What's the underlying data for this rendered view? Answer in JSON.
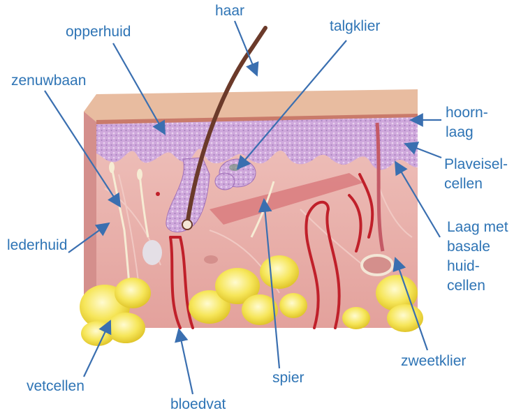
{
  "labels": {
    "haar": "haar",
    "opperhuid": "opperhuid",
    "talgklier": "talgklier",
    "zenuwbaan": "zenuwbaan",
    "hoornlaag_1": "hoorn-",
    "hoornlaag_2": "laag",
    "plaveisel_1": "Plaveisel-",
    "plaveisel_2": "cellen",
    "basaal_1": "Laag met",
    "basaal_2": "basale",
    "basaal_3": "huid-",
    "basaal_4": "cellen",
    "lederhuid": "lederhuid",
    "zweetklier": "zweetklier",
    "vetcellen": "vetcellen",
    "spier": "spier",
    "bloedvat": "bloedvat"
  },
  "colors": {
    "label_text": "#2e74b5",
    "pointer_line": "#3a6fb0",
    "epidermis_top": "#e8bca0",
    "stratum_corneum": "#c97a6a",
    "epidermis_cells": "#c9a2d6",
    "dermis": "#e9b2ad",
    "fat": "#f3e24a",
    "blood_vessel": "#c0202a",
    "hair": "#6b3a2a",
    "muscle": "#d97b7e"
  }
}
